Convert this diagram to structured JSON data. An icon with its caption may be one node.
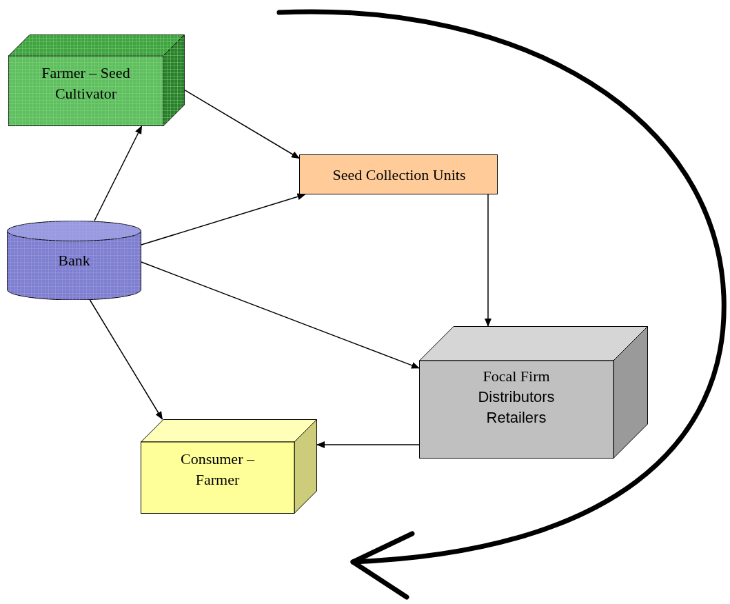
{
  "diagram": {
    "nodes": [
      {
        "text": [
          "Farmer – Seed Cultivator"
        ]
      },
      {
        "text": [
          "Seed Collection Units"
        ]
      },
      {
        "text": [
          "Bank"
        ]
      },
      {
        "text": [
          "Focal Firm",
          "Distributors Retailers"
        ]
      },
      {
        "text": [
          "Consumer – Farmer"
        ]
      }
    ],
    "edges": [
      {
        "from": 2,
        "to": 0,
        "arrow": "to"
      },
      {
        "from": 0,
        "to": 1,
        "arrow": "to"
      },
      {
        "from": 2,
        "to": 1,
        "arrow": "to"
      },
      {
        "from": 1,
        "to": 3,
        "arrow": "to"
      },
      {
        "from": 2,
        "to": 3,
        "arrow": "to"
      },
      {
        "from": 2,
        "to": 4,
        "arrow": "to"
      },
      {
        "from": 3,
        "to": 4,
        "arrow": "to"
      }
    ]
  }
}
